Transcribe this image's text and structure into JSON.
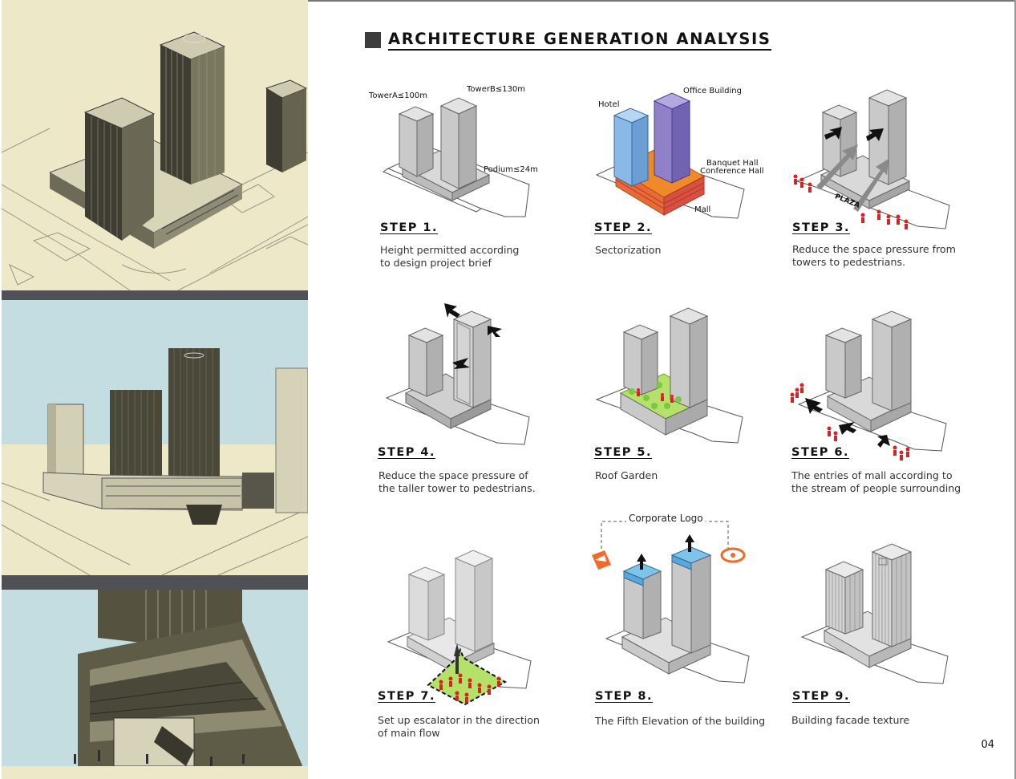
{
  "heading": {
    "title": "ARCHITECTURE GENERATION ANALYSIS"
  },
  "page_number": "04",
  "steps": [
    {
      "label": "STEP 1.",
      "desc": "Height permitted according\nto design project brief",
      "notes": {
        "tower_a": "TowerA≤100m",
        "tower_b": "TowerB≤130m",
        "podium": "Podium≤24m"
      }
    },
    {
      "label": "STEP 2.",
      "desc": "Sectorization",
      "notes": {
        "hotel": "Hotel",
        "office": "Office Building",
        "banquet": "Banquet Hall",
        "conference": "Conference Hall",
        "mall": "Mall"
      }
    },
    {
      "label": "STEP 3.",
      "desc": "Reduce the space pressure from\ntowers to pedestrians.",
      "notes": {
        "plaza": "PLAZA"
      }
    },
    {
      "label": "STEP 4.",
      "desc": "Reduce the space pressure of\nthe taller tower to pedestrians."
    },
    {
      "label": "STEP 5.",
      "desc": "Roof Garden"
    },
    {
      "label": "STEP 6.",
      "desc": "The entries of mall according to\nthe stream of people surrounding"
    },
    {
      "label": "STEP 7.",
      "desc": "Set up escalator in the direction\nof main flow"
    },
    {
      "label": "STEP 8.",
      "desc": "The Fifth Elevation of the building",
      "notes": {
        "logo": "Corporate Logo"
      }
    },
    {
      "label": "STEP 9.",
      "desc": "Building facade texture"
    }
  ],
  "colors": {
    "sand": "#ede9c8",
    "sky": "#c4dde0",
    "dark_mass": "#4a4838",
    "hotel": "#8ab8e8",
    "office": "#8f80c8",
    "podium_orange": "#f08a28",
    "mall_red": "#e04a40",
    "garden": "#b5e06a",
    "people": "#e02020",
    "logo_orange": "#f26a2a",
    "roof_blue": "#7ec3ea"
  }
}
